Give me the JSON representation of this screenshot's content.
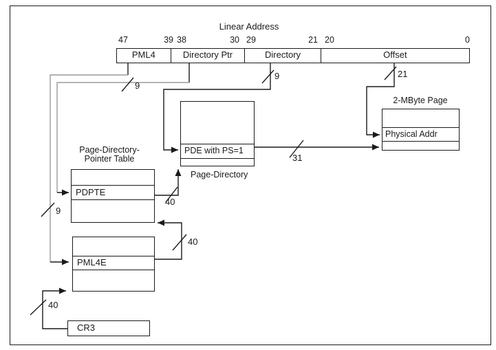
{
  "diagram": {
    "linear_address": {
      "title": "Linear Address",
      "fields": [
        {
          "label": "PML4",
          "high_bit": "47",
          "low_bit": "39"
        },
        {
          "label": "Directory Ptr",
          "high_bit": "38",
          "low_bit": "30"
        },
        {
          "label": "Directory",
          "high_bit": "29",
          "low_bit": "21"
        },
        {
          "label": "Offset",
          "high_bit": "20",
          "low_bit": "0"
        }
      ]
    },
    "page_directory_pointer_table": {
      "title_line1": "Page-Directory-",
      "title_line2": "Pointer Table",
      "entry_label": "PDPTE"
    },
    "page_directory": {
      "title": "Page-Directory",
      "entry_label": "PDE with PS=1"
    },
    "pml4_table": {
      "entry_label": "PML4E"
    },
    "cr3_register": {
      "label": "CR3"
    },
    "two_mbyte_page": {
      "title": "2-MByte Page",
      "entry_label": "Physical Addr"
    },
    "bit_width_annotations": {
      "pml4_index": "9",
      "directory_ptr_index": "9",
      "directory_index": "9",
      "page_offset": "21",
      "pde_physical": "31",
      "pdpte_to_page_directory": "40",
      "pml4e_to_pdpt": "40",
      "cr3_to_pml4": "40"
    },
    "colors": {
      "line": "#1a1a1a",
      "faded_line": "#9a9a9a",
      "background": "#ffffff"
    }
  }
}
